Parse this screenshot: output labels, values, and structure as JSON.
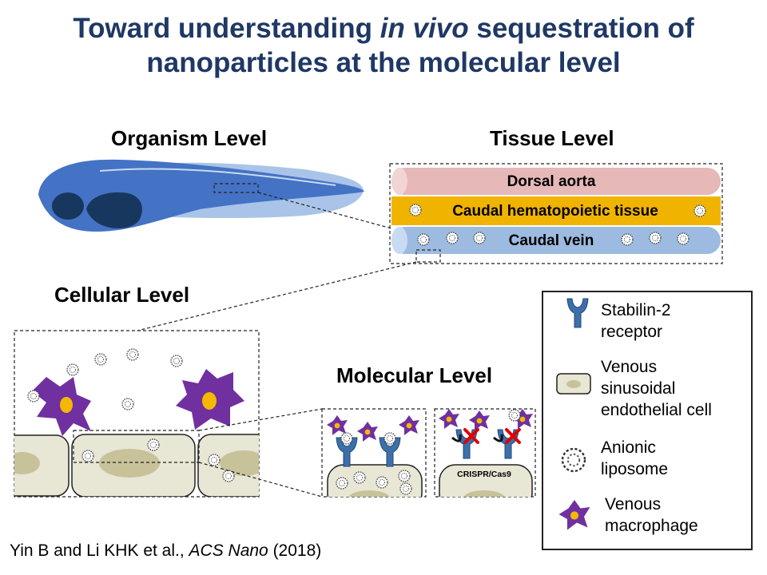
{
  "title": {
    "part1": "Toward understanding ",
    "italic": "in vivo",
    "part2": " sequestration of",
    "line2": "nanoparticles at the molecular level"
  },
  "levels": {
    "organism": "Organism Level",
    "tissue": "Tissue Level",
    "cellular": "Cellular Level",
    "molecular": "Molecular Level"
  },
  "tissue": {
    "dorsal_aorta": "Dorsal aorta",
    "cht": "Caudal hematopoietic tissue",
    "caudal_vein": "Caudal vein"
  },
  "molecular": {
    "crispr_label": "CRISPR/Cas9"
  },
  "legend": {
    "stabilin": [
      "Stabilin-2",
      "receptor"
    ],
    "endothelial": [
      "Venous",
      "sinusoidal",
      "endothelial cell"
    ],
    "liposome": [
      "Anionic",
      "liposome"
    ],
    "macrophage": [
      "Venous",
      "macrophage"
    ]
  },
  "citation": {
    "authors": "Yin B and Li KHK et al., ",
    "journal": "ACS Nano",
    "year": " (2018)"
  },
  "colors": {
    "title": "#1f3864",
    "fish_body": "#4472c4",
    "fish_fin": "#a9c4e8",
    "fish_dark": "#17375e",
    "dorsal_aorta": "#e6b8b8",
    "cht": "#f0b400",
    "caudal_vein": "#9dbbe0",
    "macrophage": "#7030a0",
    "nucleus": "#f5b800",
    "endothelial": "#e8e6d4",
    "endothelial_nucleus": "#c8c29a",
    "receptor": "#3d6fa8",
    "cross": "#e00000"
  }
}
